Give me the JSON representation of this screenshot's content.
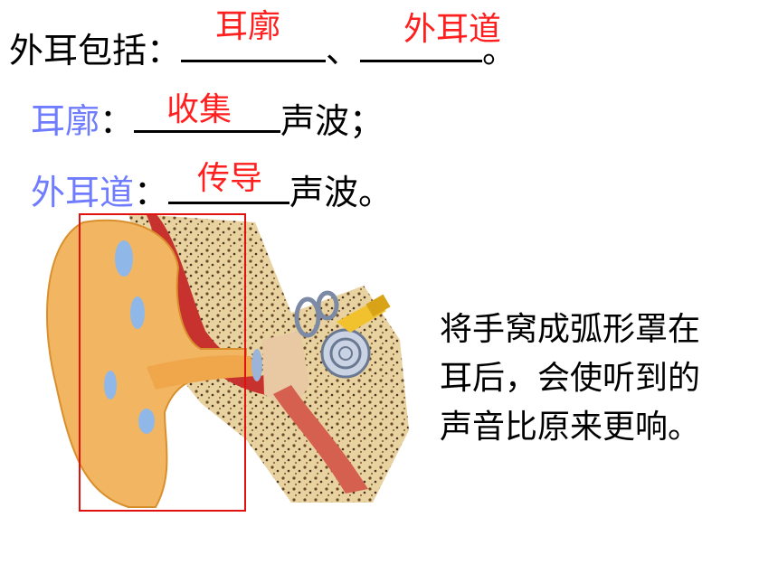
{
  "line1": {
    "prefix": "外耳包括：",
    "sep": "、",
    "end": "。",
    "answer1": "耳廓",
    "answer2": "外耳道"
  },
  "line2": {
    "label": "耳廓",
    "colon": "：",
    "suffix": "声波；",
    "answer": "收集"
  },
  "line3": {
    "label": "外耳道",
    "colon": "：",
    "suffix": "声波。",
    "answer": "传导"
  },
  "side_text": [
    "将手窝成弧形罩在",
    "耳后，会使听到的",
    "声音比原来更响。"
  ],
  "colors": {
    "answer": "#ff1f1f",
    "label": "#6f7cff",
    "box": "#e31010"
  }
}
